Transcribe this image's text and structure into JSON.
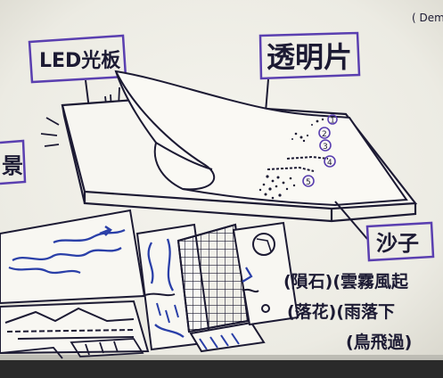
{
  "labels": {
    "led_panel": "LED光板",
    "film": "透明片",
    "scene": "景",
    "sand": "沙子",
    "corner_note": "( Dem",
    "line1": "(隕石)(雲霧風起",
    "line2": "(落花)(雨落下",
    "line3": "(鳥飛過)",
    "circle_numbers": [
      "1",
      "2",
      "3",
      "4",
      "5"
    ]
  },
  "colors": {
    "ink": "#1c1a33",
    "box": "#5a3fb0",
    "paper": "#f3f2ec",
    "rain": "#2a3fa8"
  }
}
